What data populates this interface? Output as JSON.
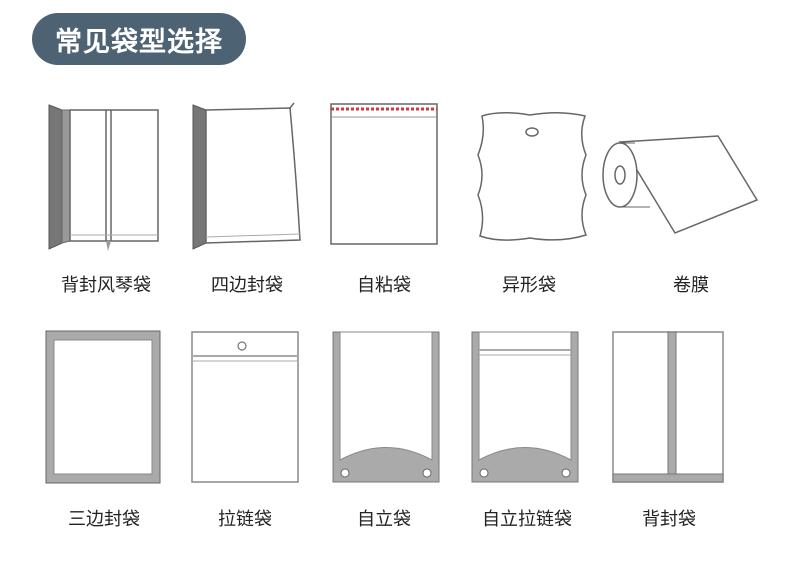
{
  "title": "常见袋型选择",
  "bag_types": [
    {
      "label": "背封风琴袋",
      "icon": "back-seal-gusset-bag-icon"
    },
    {
      "label": "四边封袋",
      "icon": "four-side-seal-bag-icon"
    },
    {
      "label": "自粘袋",
      "icon": "self-adhesive-bag-icon"
    },
    {
      "label": "异形袋",
      "icon": "shaped-bag-icon"
    },
    {
      "label": "卷膜",
      "icon": "roll-film-icon"
    },
    {
      "label": "三边封袋",
      "icon": "three-side-seal-bag-icon"
    },
    {
      "label": "拉链袋",
      "icon": "zipper-bag-icon"
    },
    {
      "label": "自立袋",
      "icon": "stand-up-pouch-icon"
    },
    {
      "label": "自立拉链袋",
      "icon": "stand-up-zipper-pouch-icon"
    },
    {
      "label": "背封袋",
      "icon": "back-seal-bag-icon"
    }
  ],
  "colors": {
    "title_bg": "#4d6273",
    "title_text": "#ffffff",
    "outline": "#6a6a6a",
    "seal_band": "#a9a9a9",
    "adhesive_strip": "#d33a3a"
  }
}
